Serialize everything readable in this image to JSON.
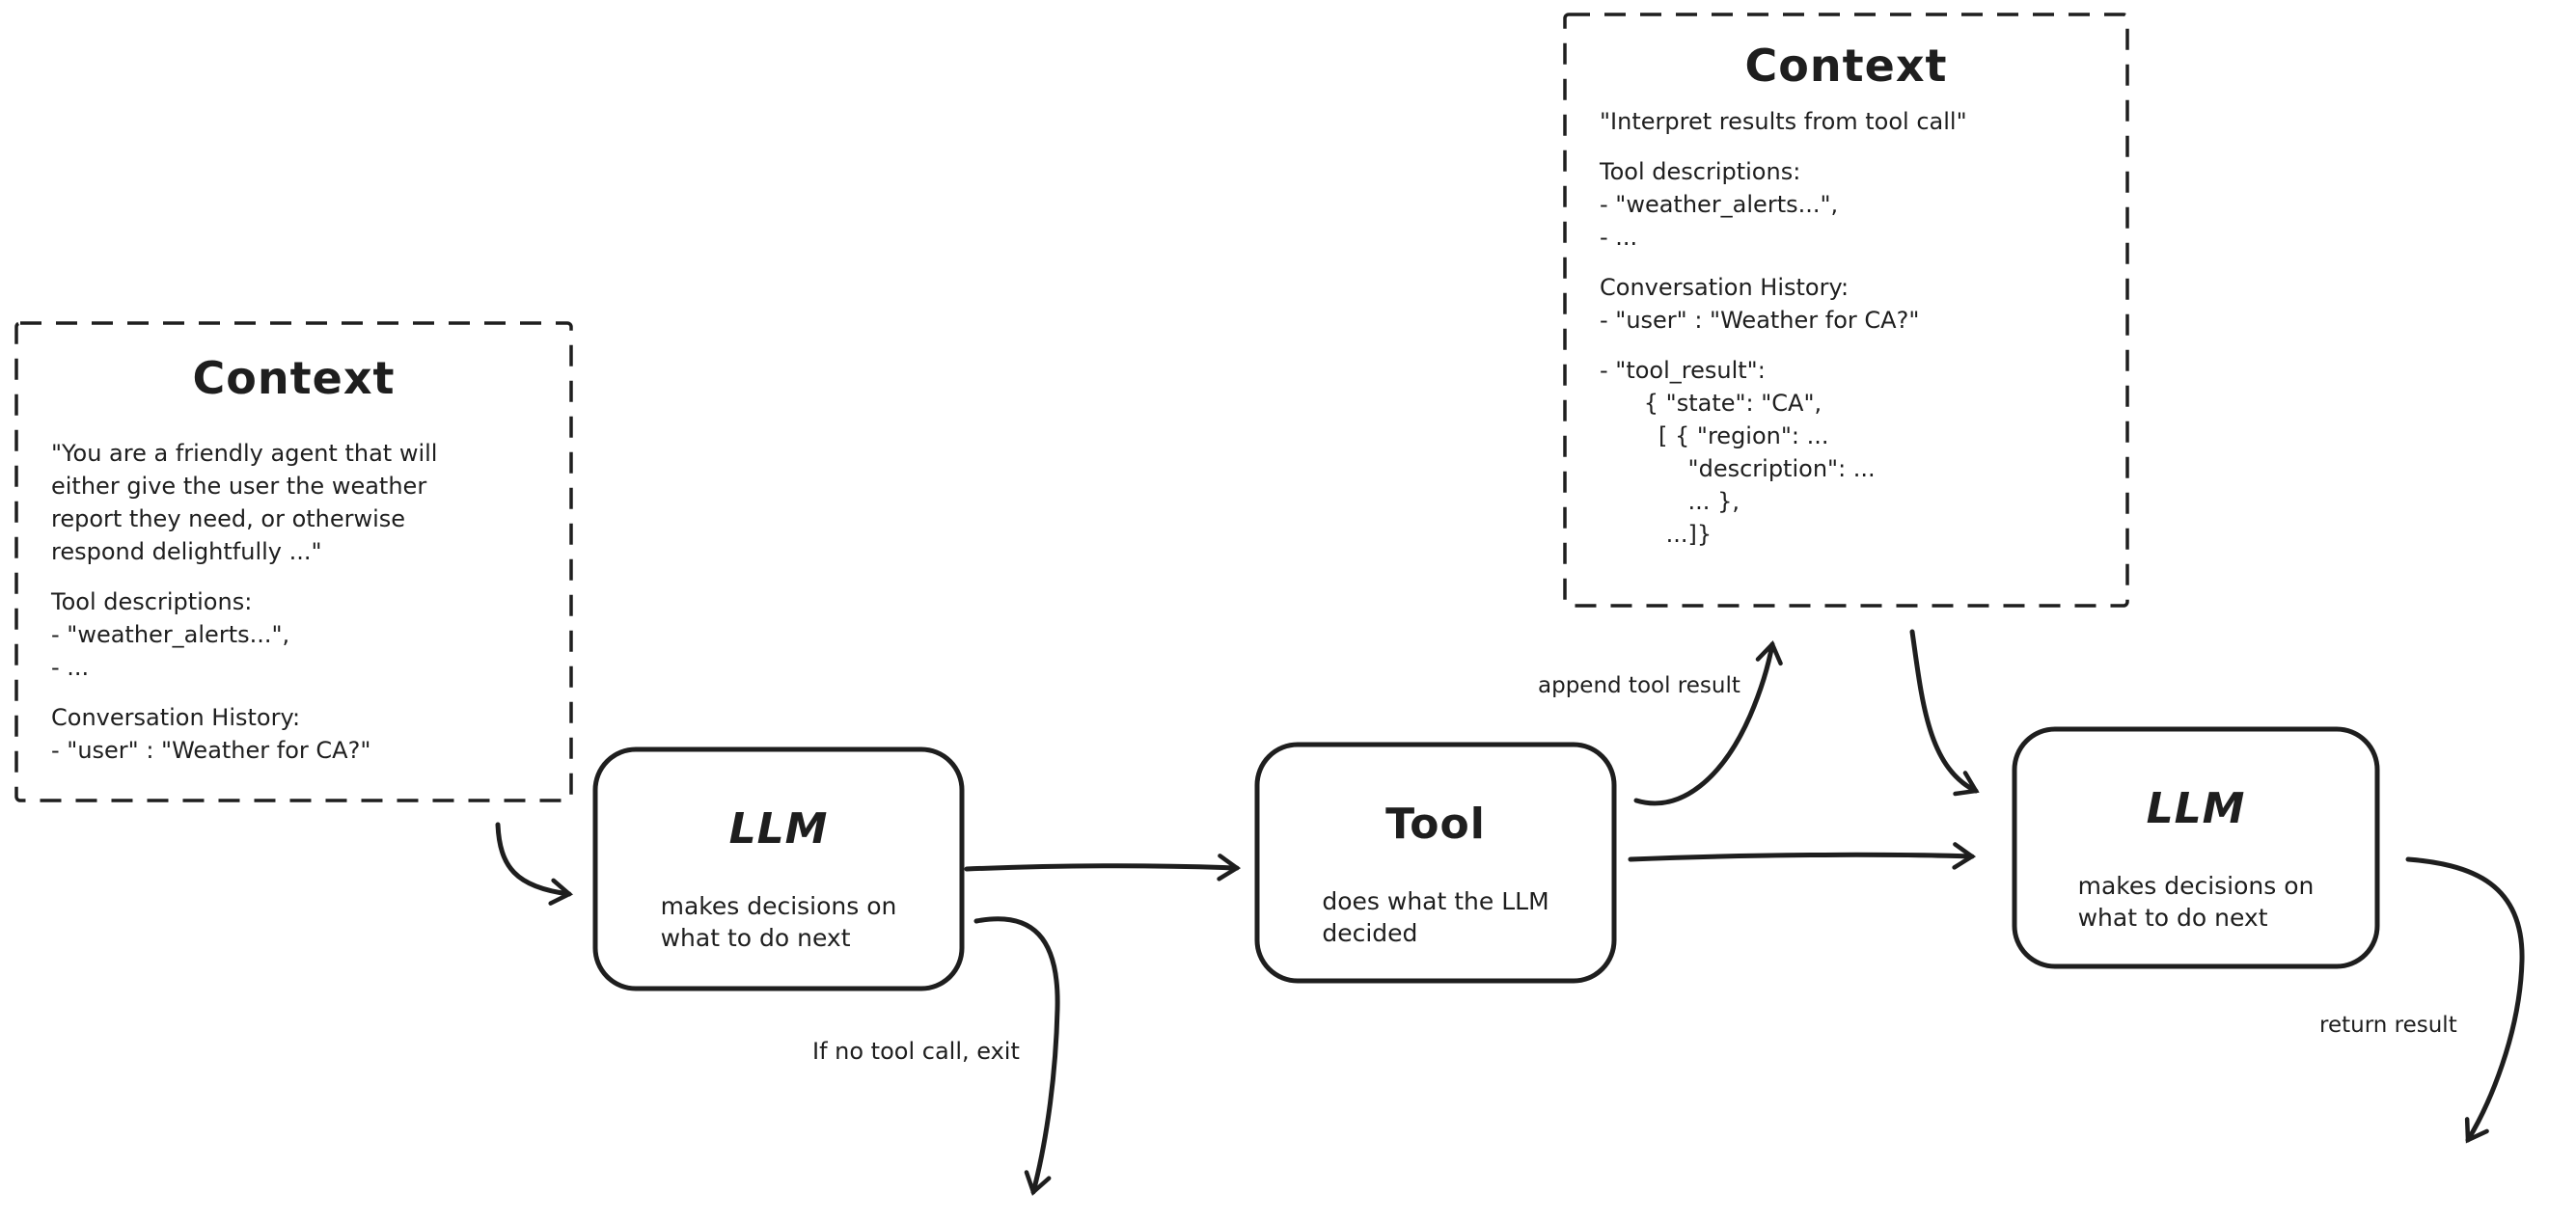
{
  "canvas": {
    "background": "#ffffff",
    "ink": "#1e1e1e"
  },
  "context_box_left": {
    "title": "Context",
    "lines": [
      "\"You are a friendly agent that will",
      "either give the user the weather",
      "report they need, or otherwise",
      "respond delightfully ...\"",
      "",
      "Tool descriptions:",
      "- \"weather_alerts...\",",
      "- ...",
      "",
      "Conversation History:",
      "- \"user\" : \"Weather for CA?\""
    ]
  },
  "context_box_right": {
    "title": "Context",
    "lines": [
      "\"Interpret results from tool call\"",
      "",
      "Tool descriptions:",
      "- \"weather_alerts...\",",
      "- ...",
      "",
      "Conversation History:",
      "- \"user\" : \"Weather for CA?\"",
      "",
      "- \"tool_result\":",
      "      { \"state\": \"CA\",",
      "        [ { \"region\": ...",
      "            \"description\": ...",
      "            ... },",
      "         ...]}"
    ]
  },
  "llm_box_1": {
    "title": "LLM",
    "subtitle_lines": [
      "makes decisions on",
      "what to do next"
    ]
  },
  "tool_box": {
    "title": "Tool",
    "subtitle_lines": [
      "does what the LLM",
      "decided"
    ]
  },
  "llm_box_2": {
    "title": "LLM",
    "subtitle_lines": [
      "makes decisions on",
      "what to do next"
    ]
  },
  "labels": {
    "append_tool_result": "append tool result",
    "if_no_tool_call_exit": "If no tool call, exit",
    "return_result": "return result"
  }
}
